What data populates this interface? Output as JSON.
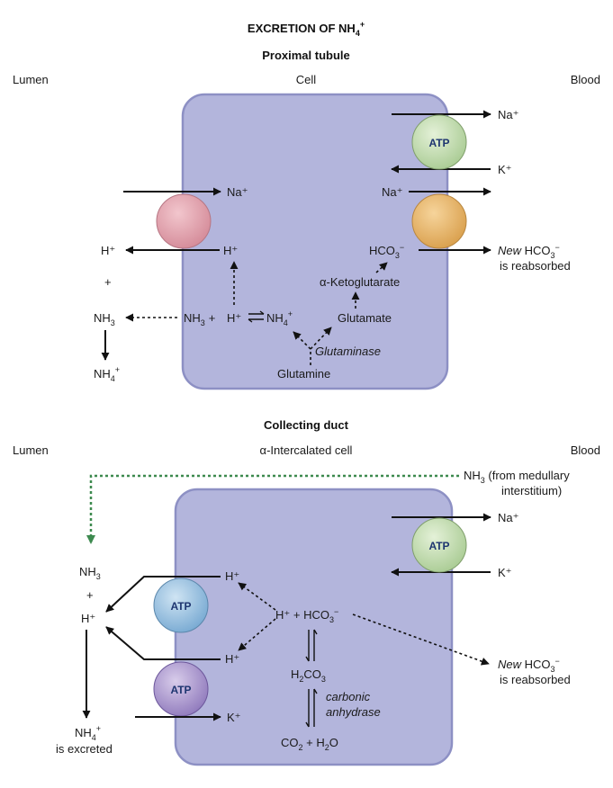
{
  "title": {
    "main": "EXCRETION OF NH",
    "sub": "4",
    "sup": "+"
  },
  "proximal": {
    "heading": "Proximal tubule",
    "lumen": "Lumen",
    "cell": "Cell",
    "blood": "Blood",
    "na_top": "Na⁺",
    "atp": "ATP",
    "k_top": "K⁺",
    "na_mid": "Na⁺",
    "na_left": "Na⁺",
    "h_lumen": "H⁺",
    "h_cell": "H⁺",
    "hco3_main": "HCO",
    "hco3_sub": "3",
    "hco3_sup": "−",
    "new_italic": "New",
    "new_hco3_main": " HCO",
    "new_hco3_sub": "3",
    "new_hco3_sup": "−",
    "reabsorbed": "is reabsorbed",
    "plus_lumen": "+",
    "nh3_lumen_main": "NH",
    "nh3_lumen_sub": "3",
    "nh3_cell_main": "NH",
    "nh3_cell_sub": "3",
    "plus_cell": "+",
    "h_eq": "H⁺",
    "nh4_cell_main": "NH",
    "nh4_cell_sub": "4",
    "nh4_cell_sup": "+",
    "alpha_kg": "α-Ketoglutarate",
    "glutamate": "Glutamate",
    "glutaminase": "Glutaminase",
    "glutamine": "Glutamine",
    "nh4_lumen_main": "NH",
    "nh4_lumen_sub": "4",
    "nh4_lumen_sup": "+"
  },
  "collecting": {
    "heading": "Collecting duct",
    "lumen": "Lumen",
    "cell": "α-Intercalated cell",
    "blood": "Blood",
    "nh3_medullary_main": "NH",
    "nh3_medullary_sub": "3",
    "nh3_medullary_note1": " (from medullary",
    "nh3_medullary_note2": "interstitium)",
    "na": "Na⁺",
    "atp": "ATP",
    "k_right": "K⁺",
    "nh3_lumen_main": "NH",
    "nh3_lumen_sub": "3",
    "plus_lumen": "+",
    "h_lumen": "H⁺",
    "h_upper": "H⁺",
    "h_lower": "H⁺",
    "h_plus_hco3": "H⁺ + HCO",
    "hco3_sub": "3",
    "hco3_sup": "−",
    "h2co3_a": "H",
    "h2co3_b": "2",
    "h2co3_c": "CO",
    "h2co3_d": "3",
    "carbonic": "carbonic",
    "anhydrase": "anhydrase",
    "co2_a": "CO",
    "co2_b": "2",
    "co2_c": " + H",
    "co2_d": "2",
    "co2_e": "O",
    "new_italic": "New",
    "new_hco3_main": " HCO",
    "new_hco3_sub": "3",
    "new_hco3_sup": "−",
    "reabsorbed": "is reabsorbed",
    "k_left": "K⁺",
    "nh4_main": "NH",
    "nh4_sub": "4",
    "nh4_sup": "+",
    "excreted": "is excreted"
  },
  "colors": {
    "cell_fill": "#b3b5dc",
    "cell_stroke": "#8d90c4",
    "pink_transporter": "#d99aa6",
    "green_atp": "#c2dbb0",
    "orange_transporter": "#e4b267",
    "blue_atp": "#94bfdf",
    "purple_atp": "#a796c9",
    "green_dotted": "#3d8a4f"
  }
}
